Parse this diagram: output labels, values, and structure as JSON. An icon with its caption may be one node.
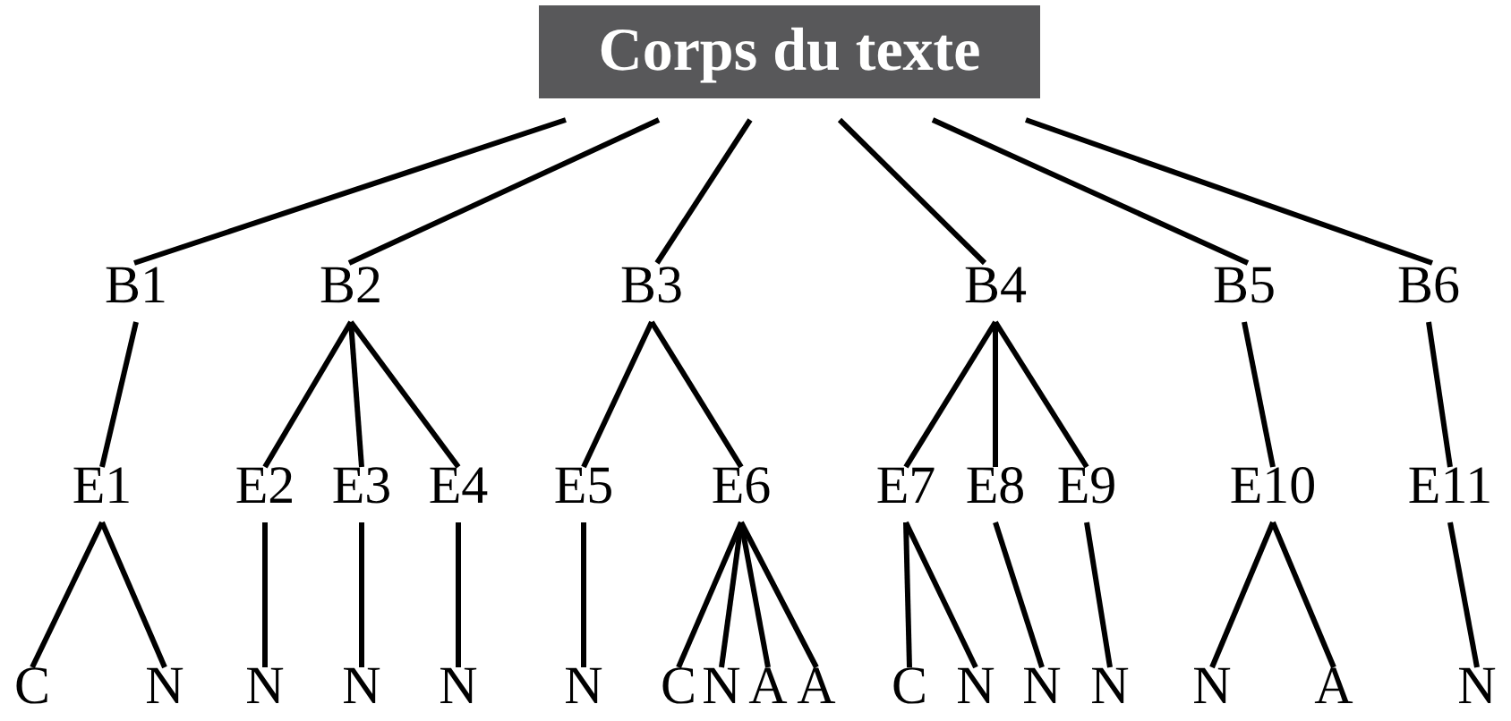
{
  "diagram": {
    "nodes": [
      {
        "text": [
          "Corps du texte"
        ]
      },
      {
        "text": [
          "B1"
        ]
      },
      {
        "text": [
          "B2"
        ]
      },
      {
        "text": [
          "B3"
        ]
      },
      {
        "text": [
          "B4"
        ]
      },
      {
        "text": [
          "B5"
        ]
      },
      {
        "text": [
          "B6"
        ]
      },
      {
        "text": [
          "E1"
        ]
      },
      {
        "text": [
          "E2"
        ]
      },
      {
        "text": [
          "E3"
        ]
      },
      {
        "text": [
          "E4"
        ]
      },
      {
        "text": [
          "E5"
        ]
      },
      {
        "text": [
          "E6"
        ]
      },
      {
        "text": [
          "E7"
        ]
      },
      {
        "text": [
          "E8"
        ]
      },
      {
        "text": [
          "E9"
        ]
      },
      {
        "text": [
          "E10"
        ]
      },
      {
        "text": [
          "E11"
        ]
      },
      {
        "text": [
          "C"
        ]
      },
      {
        "text": [
          "N"
        ]
      },
      {
        "text": [
          "N"
        ]
      },
      {
        "text": [
          "N"
        ]
      },
      {
        "text": [
          "N"
        ]
      },
      {
        "text": [
          "N"
        ]
      },
      {
        "text": [
          "C"
        ]
      },
      {
        "text": [
          "N"
        ]
      },
      {
        "text": [
          "A"
        ]
      },
      {
        "text": [
          "A"
        ]
      },
      {
        "text": [
          "C"
        ]
      },
      {
        "text": [
          "N"
        ]
      },
      {
        "text": [
          "N"
        ]
      },
      {
        "text": [
          "N"
        ]
      },
      {
        "text": [
          "N"
        ]
      },
      {
        "text": [
          "A"
        ]
      },
      {
        "text": [
          "N"
        ]
      }
    ],
    "edges": [
      {
        "from": 0,
        "to": 1,
        "arrow": "none"
      },
      {
        "from": 0,
        "to": 2,
        "arrow": "none"
      },
      {
        "from": 0,
        "to": 3,
        "arrow": "none"
      },
      {
        "from": 0,
        "to": 4,
        "arrow": "none"
      },
      {
        "from": 0,
        "to": 5,
        "arrow": "none"
      },
      {
        "from": 0,
        "to": 6,
        "arrow": "none"
      },
      {
        "from": 1,
        "to": 7,
        "arrow": "none"
      },
      {
        "from": 2,
        "to": 8,
        "arrow": "none"
      },
      {
        "from": 2,
        "to": 9,
        "arrow": "none"
      },
      {
        "from": 2,
        "to": 10,
        "arrow": "none"
      },
      {
        "from": 3,
        "to": 11,
        "arrow": "none"
      },
      {
        "from": 3,
        "to": 12,
        "arrow": "none"
      },
      {
        "from": 4,
        "to": 13,
        "arrow": "none"
      },
      {
        "from": 4,
        "to": 14,
        "arrow": "none"
      },
      {
        "from": 4,
        "to": 15,
        "arrow": "none"
      },
      {
        "from": 5,
        "to": 16,
        "arrow": "none"
      },
      {
        "from": 6,
        "to": 17,
        "arrow": "none"
      },
      {
        "from": 7,
        "to": 18,
        "arrow": "none"
      },
      {
        "from": 7,
        "to": 19,
        "arrow": "none"
      },
      {
        "from": 8,
        "to": 20,
        "arrow": "none"
      },
      {
        "from": 9,
        "to": 21,
        "arrow": "none"
      },
      {
        "from": 10,
        "to": 22,
        "arrow": "none"
      },
      {
        "from": 11,
        "to": 23,
        "arrow": "none"
      },
      {
        "from": 12,
        "to": 24,
        "arrow": "none"
      },
      {
        "from": 12,
        "to": 25,
        "arrow": "none"
      },
      {
        "from": 12,
        "to": 26,
        "arrow": "none"
      },
      {
        "from": 12,
        "to": 27,
        "arrow": "none"
      },
      {
        "from": 13,
        "to": 28,
        "arrow": "none"
      },
      {
        "from": 13,
        "to": 29,
        "arrow": "none"
      },
      {
        "from": 14,
        "to": 30,
        "arrow": "none"
      },
      {
        "from": 15,
        "to": 31,
        "arrow": "none"
      },
      {
        "from": 16,
        "to": 32,
        "arrow": "none"
      },
      {
        "from": 16,
        "to": 33,
        "arrow": "none"
      },
      {
        "from": 17,
        "to": 34,
        "arrow": "none"
      }
    ]
  }
}
